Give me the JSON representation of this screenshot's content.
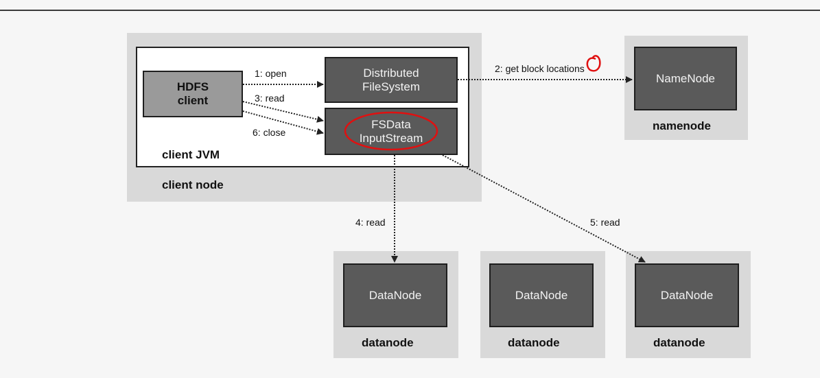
{
  "client_node": {
    "caption": "client node",
    "jvm_caption": "client JVM",
    "hdfs_client": "HDFS\nclient",
    "distributed_filesystem": "Distributed\nFileSystem",
    "fsdata_inputstream": "FSData\nInputStream"
  },
  "namenode": {
    "box_label": "NameNode",
    "caption": "namenode"
  },
  "datanodes": [
    {
      "box_label": "DataNode",
      "caption": "datanode"
    },
    {
      "box_label": "DataNode",
      "caption": "datanode"
    },
    {
      "box_label": "DataNode",
      "caption": "datanode"
    }
  ],
  "edges": {
    "open": "1: open",
    "get_block_locations": "2: get block locations",
    "read_3": "3: read",
    "read_4": "4: read",
    "read_5": "5: read",
    "close": "6: close"
  },
  "colors": {
    "dark_box": "#5a5a5a",
    "client_box": "#9a9a9a",
    "shadow": "#d9d9d9",
    "annotation_red": "#e01010"
  }
}
